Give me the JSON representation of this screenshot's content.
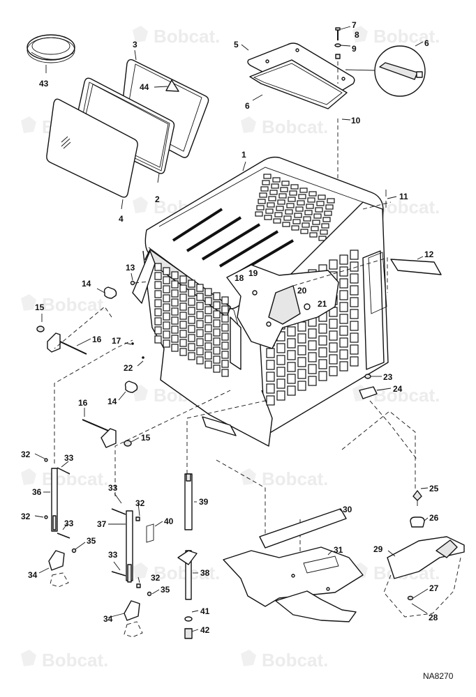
{
  "watermark": {
    "brand": "Bobcat",
    "mark": "®"
  },
  "drawing_code": "NA8270",
  "callouts": [
    {
      "id": "c1",
      "text": "1"
    },
    {
      "id": "c2",
      "text": "2"
    },
    {
      "id": "c3",
      "text": "3"
    },
    {
      "id": "c4",
      "text": "4"
    },
    {
      "id": "c5",
      "text": "5"
    },
    {
      "id": "c6a",
      "text": "6"
    },
    {
      "id": "c6b",
      "text": "6"
    },
    {
      "id": "c7",
      "text": "7"
    },
    {
      "id": "c8",
      "text": "8"
    },
    {
      "id": "c9",
      "text": "9"
    },
    {
      "id": "c10",
      "text": "10"
    },
    {
      "id": "c11",
      "text": "11"
    },
    {
      "id": "c12",
      "text": "12"
    },
    {
      "id": "c13",
      "text": "13"
    },
    {
      "id": "c14a",
      "text": "14"
    },
    {
      "id": "c14b",
      "text": "14"
    },
    {
      "id": "c15a",
      "text": "15"
    },
    {
      "id": "c15b",
      "text": "15"
    },
    {
      "id": "c16a",
      "text": "16"
    },
    {
      "id": "c16b",
      "text": "16"
    },
    {
      "id": "c17",
      "text": "17"
    },
    {
      "id": "c18",
      "text": "18"
    },
    {
      "id": "c19",
      "text": "19"
    },
    {
      "id": "c20",
      "text": "20"
    },
    {
      "id": "c21",
      "text": "21"
    },
    {
      "id": "c22",
      "text": "22"
    },
    {
      "id": "c23",
      "text": "23"
    },
    {
      "id": "c24",
      "text": "24"
    },
    {
      "id": "c25",
      "text": "25"
    },
    {
      "id": "c26",
      "text": "26"
    },
    {
      "id": "c27",
      "text": "27"
    },
    {
      "id": "c28",
      "text": "28"
    },
    {
      "id": "c29",
      "text": "29"
    },
    {
      "id": "c30",
      "text": "30"
    },
    {
      "id": "c31",
      "text": "31"
    },
    {
      "id": "c32a",
      "text": "32"
    },
    {
      "id": "c32b",
      "text": "32"
    },
    {
      "id": "c32c",
      "text": "32"
    },
    {
      "id": "c32d",
      "text": "32"
    },
    {
      "id": "c33a",
      "text": "33"
    },
    {
      "id": "c33b",
      "text": "33"
    },
    {
      "id": "c33c",
      "text": "33"
    },
    {
      "id": "c33d",
      "text": "33"
    },
    {
      "id": "c34a",
      "text": "34"
    },
    {
      "id": "c34b",
      "text": "34"
    },
    {
      "id": "c35a",
      "text": "35"
    },
    {
      "id": "c35b",
      "text": "35"
    },
    {
      "id": "c36",
      "text": "36"
    },
    {
      "id": "c37",
      "text": "37"
    },
    {
      "id": "c38",
      "text": "38"
    },
    {
      "id": "c39",
      "text": "39"
    },
    {
      "id": "c40",
      "text": "40"
    },
    {
      "id": "c41",
      "text": "41"
    },
    {
      "id": "c42",
      "text": "42"
    },
    {
      "id": "c43",
      "text": "43"
    },
    {
      "id": "c44",
      "text": "44"
    }
  ]
}
